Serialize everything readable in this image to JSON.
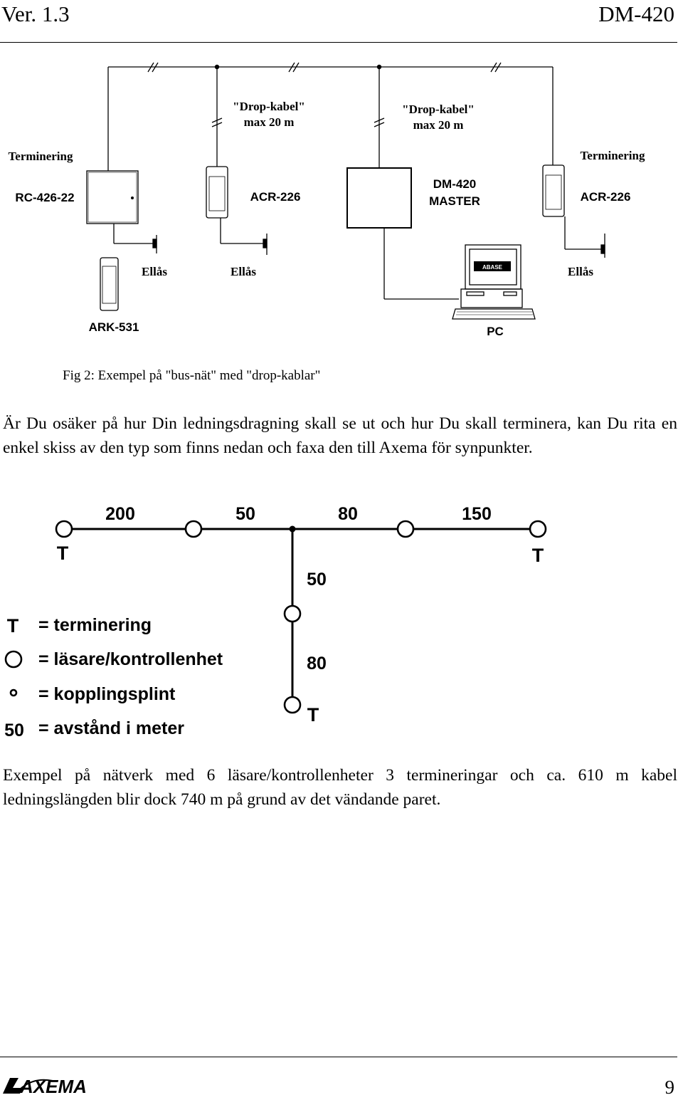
{
  "header": {
    "version": "Ver. 1.3",
    "doc_id": "DM-420"
  },
  "figure1": {
    "drop_cable_1": [
      "\"Drop-kabel\"",
      "max 20 m"
    ],
    "drop_cable_2": [
      "\"Drop-kabel\"",
      "max 20 m"
    ],
    "termination_left": "Terminering",
    "termination_right": "Terminering",
    "device_rc": "RC-426-22",
    "device_acr_1": "ACR-226",
    "device_master": [
      "DM-420",
      "MASTER"
    ],
    "device_acr_2": "ACR-226",
    "lock_1": "Ellås",
    "lock_2": "Ellås",
    "lock_3": "Ellås",
    "device_ark": "ARK-531",
    "device_pc": "PC",
    "screen_logo": "ABASE",
    "caption": "Fig 2: Exempel på \"bus-nät\" med \"drop-kablar\""
  },
  "paragraph_1": "Är Du osäker på hur Din ledningsdragning skall se ut och hur Du skall terminera, kan Du rita en enkel skiss av den typ som finns nedan och faxa den till Axema för synpunkter.",
  "figure2": {
    "distances": [
      "200",
      "50",
      "80",
      "150",
      "50",
      "80"
    ],
    "termination_symbol": "T",
    "legend": [
      {
        "symbol": "T",
        "text": "= terminering"
      },
      {
        "symbol": "circle",
        "text": "= läsare/kontrollenhet"
      },
      {
        "symbol": "dot",
        "text": "= kopplingsplint"
      },
      {
        "symbol": "50",
        "text": "= avstånd i meter"
      }
    ]
  },
  "paragraph_2": "Exempel på nätverk med 6 läsare/kontrollenheter 3 termineringar och ca. 610 m kabel ledningslängden blir dock 740 m på grund av det vändande paret.",
  "footer": {
    "logo": "AXEMA",
    "page_number": "9"
  }
}
